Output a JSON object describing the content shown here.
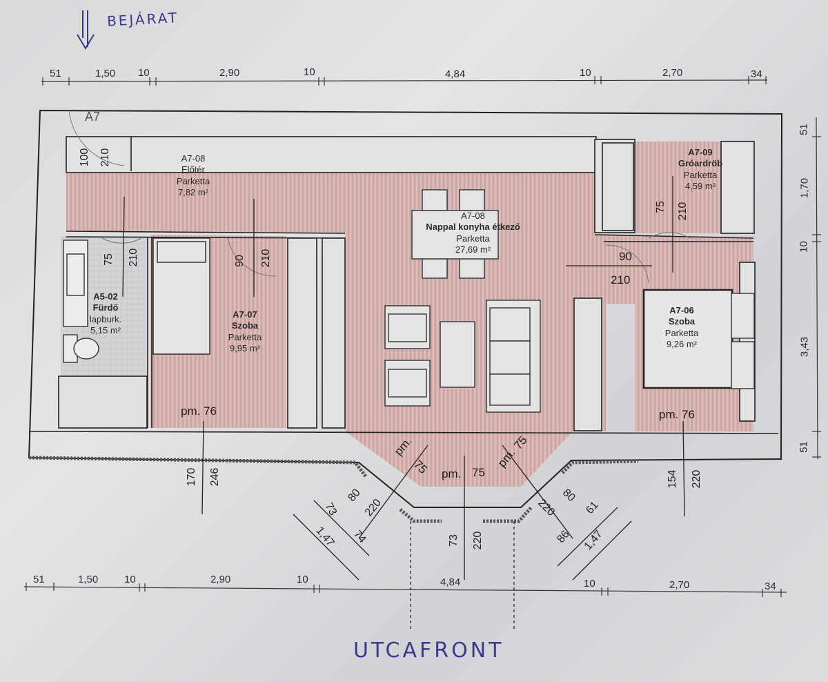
{
  "entrance_label": "BEJÁRAT",
  "street_label": "UTCAFRONT",
  "top_dims": [
    "51",
    "1,50",
    "10",
    "2,90",
    "10",
    "4,84",
    "10",
    "2,70",
    "34"
  ],
  "bottom_dims": [
    "51",
    "1,50",
    "10",
    "2,90",
    "10",
    "4,84",
    "10",
    "2,70",
    "34"
  ],
  "right_dims": [
    "51",
    "1,70",
    "10",
    "3,43",
    "51"
  ],
  "apartment_tag": "A7",
  "rooms": {
    "hall": {
      "code": "A7-08",
      "name": "Előtér",
      "floor": "Parketta",
      "area": "7,82 m²"
    },
    "living": {
      "code": "A7-08",
      "name": "Nappal konyha étkező",
      "floor": "Parketta",
      "area": "27,69 m²"
    },
    "wardrobe": {
      "code": "A7-09",
      "name": "Gróardröb",
      "floor": "Parketta",
      "area": "4,59 m²"
    },
    "bath": {
      "code": "A5-02",
      "name": "Fürdő",
      "floor": "lapburk.",
      "area": "5,15 m²"
    },
    "bedroom1": {
      "code": "A7-07",
      "name": "Szoba",
      "floor": "Parketta",
      "area": "9,95 m²"
    },
    "bedroom2": {
      "code": "A7-06",
      "name": "Szoba",
      "floor": "Parketta",
      "area": "9,26 m²"
    }
  },
  "door_dims": {
    "entrance_w": "100",
    "entrance_h": "210",
    "bath_w": "75",
    "bath_h": "210",
    "bed1_w": "90",
    "bed1_h": "210",
    "ward_w": "75",
    "ward_h": "210",
    "bed2_w": "90",
    "bed2_h": "210"
  },
  "window_dims": {
    "bed1_sill": "pm. 76",
    "bed1_w": "170",
    "bed1_h": "246",
    "bed2_sill": "pm. 76",
    "bed2_w": "154",
    "bed2_h": "220",
    "bay_left_sill": "pm.",
    "bay_left_val": "75",
    "bay_mid_sill": "pm.",
    "bay_mid_val": "75",
    "bay_right_sill": "pm.",
    "bay_right_val": "75",
    "bay_mid_w": "73",
    "bay_mid_h": "220",
    "bay_left_a": "73",
    "bay_left_b": "80",
    "bay_left_c": "220",
    "bay_left_d": "1,47",
    "bay_left_e": "74",
    "bay_right_a": "80",
    "bay_right_b": "61",
    "bay_right_c": "220",
    "bay_right_d": "86",
    "bay_right_e": "1,47"
  },
  "colors": {
    "floor": "#cfa9a6",
    "wall": "#1c1c22",
    "paper": "#dcdcdf",
    "ink": "#3a3a8c"
  }
}
